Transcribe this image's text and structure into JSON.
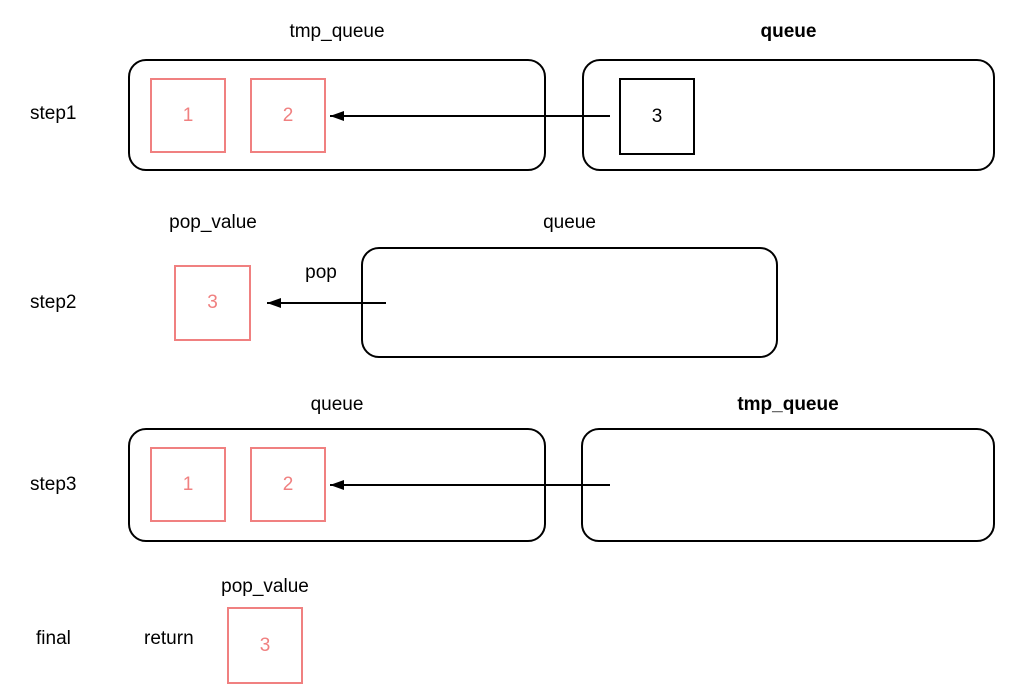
{
  "colors": {
    "red_box_stroke": "#F08080",
    "black_box_stroke": "#000000",
    "arrow": "#000000",
    "background": "#ffffff"
  },
  "rows": {
    "step1": {
      "label": "step1",
      "left": {
        "title": "tmp_queue",
        "items": [
          "1",
          "2"
        ]
      },
      "right": {
        "title": "queue",
        "items": [
          "3"
        ]
      }
    },
    "step2": {
      "label": "step2",
      "pop_value": {
        "title": "pop_value",
        "value": "3"
      },
      "arrow_label": "pop",
      "right": {
        "title": "queue"
      }
    },
    "step3": {
      "label": "step3",
      "left": {
        "title": "queue",
        "items": [
          "1",
          "2"
        ]
      },
      "right": {
        "title": "tmp_queue"
      }
    },
    "final": {
      "label": "final",
      "action_label": "return",
      "pop_value": {
        "title": "pop_value",
        "value": "3"
      }
    }
  }
}
